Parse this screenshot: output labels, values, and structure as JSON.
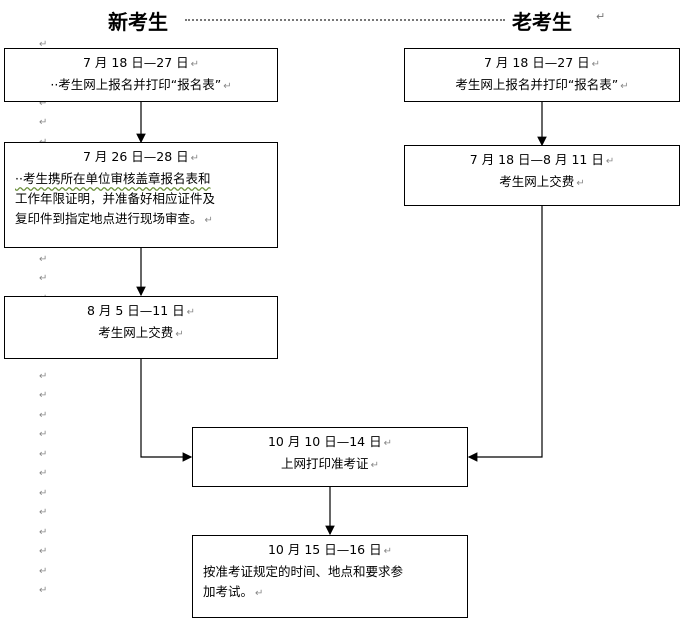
{
  "headings": {
    "new": "新考生",
    "old": "老考生"
  },
  "mark": "↵",
  "new_steps": [
    {
      "date": "7 月 18 日—27 日",
      "lines": [
        "··考生网上报名并打印“报名表”"
      ]
    },
    {
      "date": "7 月 26 日—28 日",
      "lines": [
        "··考生携所在单位审核盖章报名表和",
        "工作年限证明，并准备好相应证件及",
        "复印件到指定地点进行现场审查。"
      ]
    },
    {
      "date": "8 月 5 日—11 日",
      "lines": [
        "考生网上交费"
      ]
    }
  ],
  "old_steps": [
    {
      "date": "7 月 18 日—27 日",
      "lines": [
        "考生网上报名并打印“报名表”"
      ]
    },
    {
      "date": "7 月 18 日—8 月 11 日",
      "lines": [
        "考生网上交费"
      ]
    }
  ],
  "common_steps": [
    {
      "date": "10 月 10 日—14 日",
      "lines": [
        "上网打印准考证"
      ]
    },
    {
      "date": "10 月 15 日—16 日",
      "lines": [
        "按准考证规定的时间、地点和要求参",
        "加考试。"
      ]
    }
  ]
}
